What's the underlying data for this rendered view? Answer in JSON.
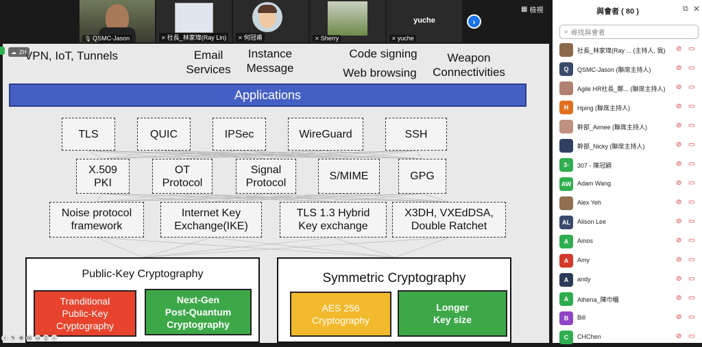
{
  "strip": {
    "tiles": [
      {
        "name": "QSMC-Jason"
      },
      {
        "name": "社長_林家瑋(Ray Lin)"
      },
      {
        "name": "何冠甫"
      },
      {
        "name": "Sherry"
      },
      {
        "name": "yuche",
        "heading": "yuche"
      }
    ],
    "view_label": "檢視"
  },
  "slide": {
    "top_items": [
      "VPN, IoT, Tunnels",
      "Email\nServices",
      "Instance\nMessage",
      "Code signing",
      "Web browsing",
      "Weapon\nConnectivities"
    ],
    "applications": "Applications",
    "row1": [
      "TLS",
      "QUIC",
      "IPSec",
      "WireGuard",
      "SSH"
    ],
    "row2": [
      "X.509\nPKI",
      "OT\nProtocol",
      "Signal\nProtocol",
      "S/MIME",
      "GPG"
    ],
    "row3": [
      "Noise protocol\nframework",
      "Internet Key\nExchange(IKE)",
      "TLS 1.3 Hybrid\nKey exchange",
      "X3DH, VXEdDSA,\nDouble Ratchet"
    ],
    "public_key_title": "Public-Key Cryptography",
    "symmetric_title": "Symmetric Cryptography",
    "traditional": "Tranditional\nPublic-Key\nCryptography",
    "nextgen": "Next-Gen\nPost-Quantum\nCryptography",
    "aes": "AES 256\nCryptography",
    "longer": "Longer\nKey size",
    "colors": {
      "traditional": "#e8432d",
      "nextgen": "#3da848",
      "aes": "#f2b92c",
      "longer": "#3da848",
      "apps": "#4560c4"
    }
  },
  "panel": {
    "title": "與會者 ( 80 )",
    "search_placeholder": "尋找與會者",
    "participants": [
      {
        "name": "社長_林家瑋(Ray ...  (主持人, 我)",
        "avatar": "",
        "color": "#8a6a4a"
      },
      {
        "name": "QSMC-Jason (聯席主持人)",
        "avatar": "Q",
        "color": "#3a4a6a"
      },
      {
        "name": "Agile HR社長_鄭... (聯席主持人)",
        "avatar": "",
        "color": "#b08070"
      },
      {
        "name": "Hping (聯席主持人)",
        "avatar": "H",
        "color": "#e07020"
      },
      {
        "name": "幹部_Aimee (聯席主持人)",
        "avatar": "",
        "color": "#c09080"
      },
      {
        "name": "幹部_Nicky (聯席主持人)",
        "avatar": "",
        "color": "#304060"
      },
      {
        "name": "307 - 陳冠穎",
        "avatar": "3-",
        "color": "#2fae4f"
      },
      {
        "name": "Adam Wang",
        "avatar": "AW",
        "color": "#2fae4f"
      },
      {
        "name": "Alex Yeh",
        "avatar": "",
        "color": "#907050"
      },
      {
        "name": "Alison Lee",
        "avatar": "AL",
        "color": "#3a4a6a"
      },
      {
        "name": "Amos",
        "avatar": "A",
        "color": "#2fae4f"
      },
      {
        "name": "Amy",
        "avatar": "A",
        "color": "#d33a2c"
      },
      {
        "name": "andy",
        "avatar": "A",
        "color": "#2c3a5a"
      },
      {
        "name": "Athena_陳巾幗",
        "avatar": "A",
        "color": "#2fae4f"
      },
      {
        "name": "Bill",
        "avatar": "B",
        "color": "#8e44c4"
      },
      {
        "name": "CHChen",
        "avatar": "C",
        "color": "#2fae4f"
      }
    ]
  }
}
